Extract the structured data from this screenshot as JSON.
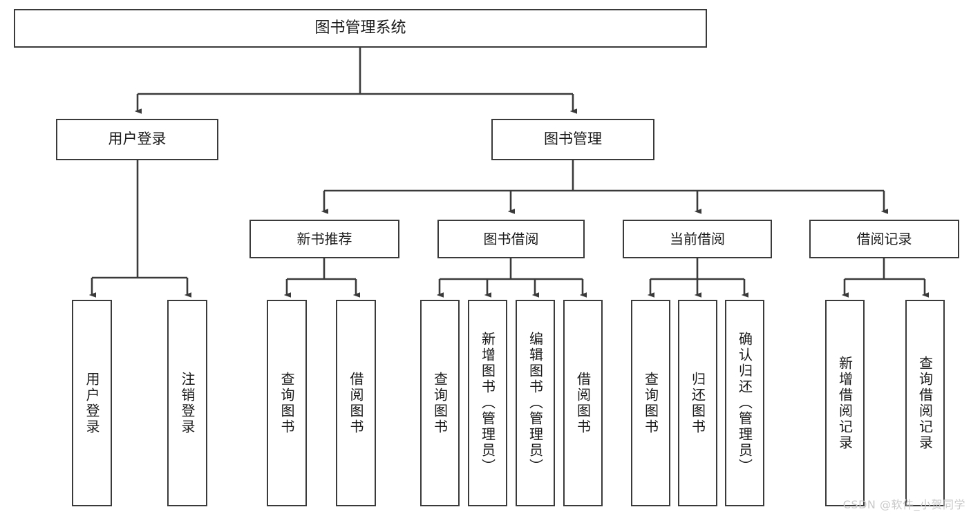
{
  "diagram": {
    "title": "图书管理系统",
    "type": "tree",
    "background_color": "#ffffff",
    "stroke_color": "#3a3a3a",
    "text_color": "#1a1a1a",
    "root": {
      "label": "图书管理系统",
      "children": [
        {
          "label": "用户登录",
          "children": [
            {
              "label": "用户登录"
            },
            {
              "label": "注销登录"
            }
          ]
        },
        {
          "label": "图书管理",
          "children": [
            {
              "label": "新书推荐",
              "children": [
                {
                  "label": "查询图书"
                },
                {
                  "label": "借阅图书"
                }
              ]
            },
            {
              "label": "图书借阅",
              "children": [
                {
                  "label": "查询图书"
                },
                {
                  "label": "新增图书（管理员）"
                },
                {
                  "label": "编辑图书（管理员）"
                },
                {
                  "label": "借阅图书"
                }
              ]
            },
            {
              "label": "当前借阅",
              "children": [
                {
                  "label": "查询图书"
                },
                {
                  "label": "归还图书"
                },
                {
                  "label": "确认归还（管理员）"
                }
              ]
            },
            {
              "label": "借阅记录",
              "children": [
                {
                  "label": "新增借阅记录"
                },
                {
                  "label": "查询借阅记录"
                }
              ]
            }
          ]
        }
      ]
    }
  },
  "watermark": {
    "text": "CSDN @软件_小贺同学"
  }
}
